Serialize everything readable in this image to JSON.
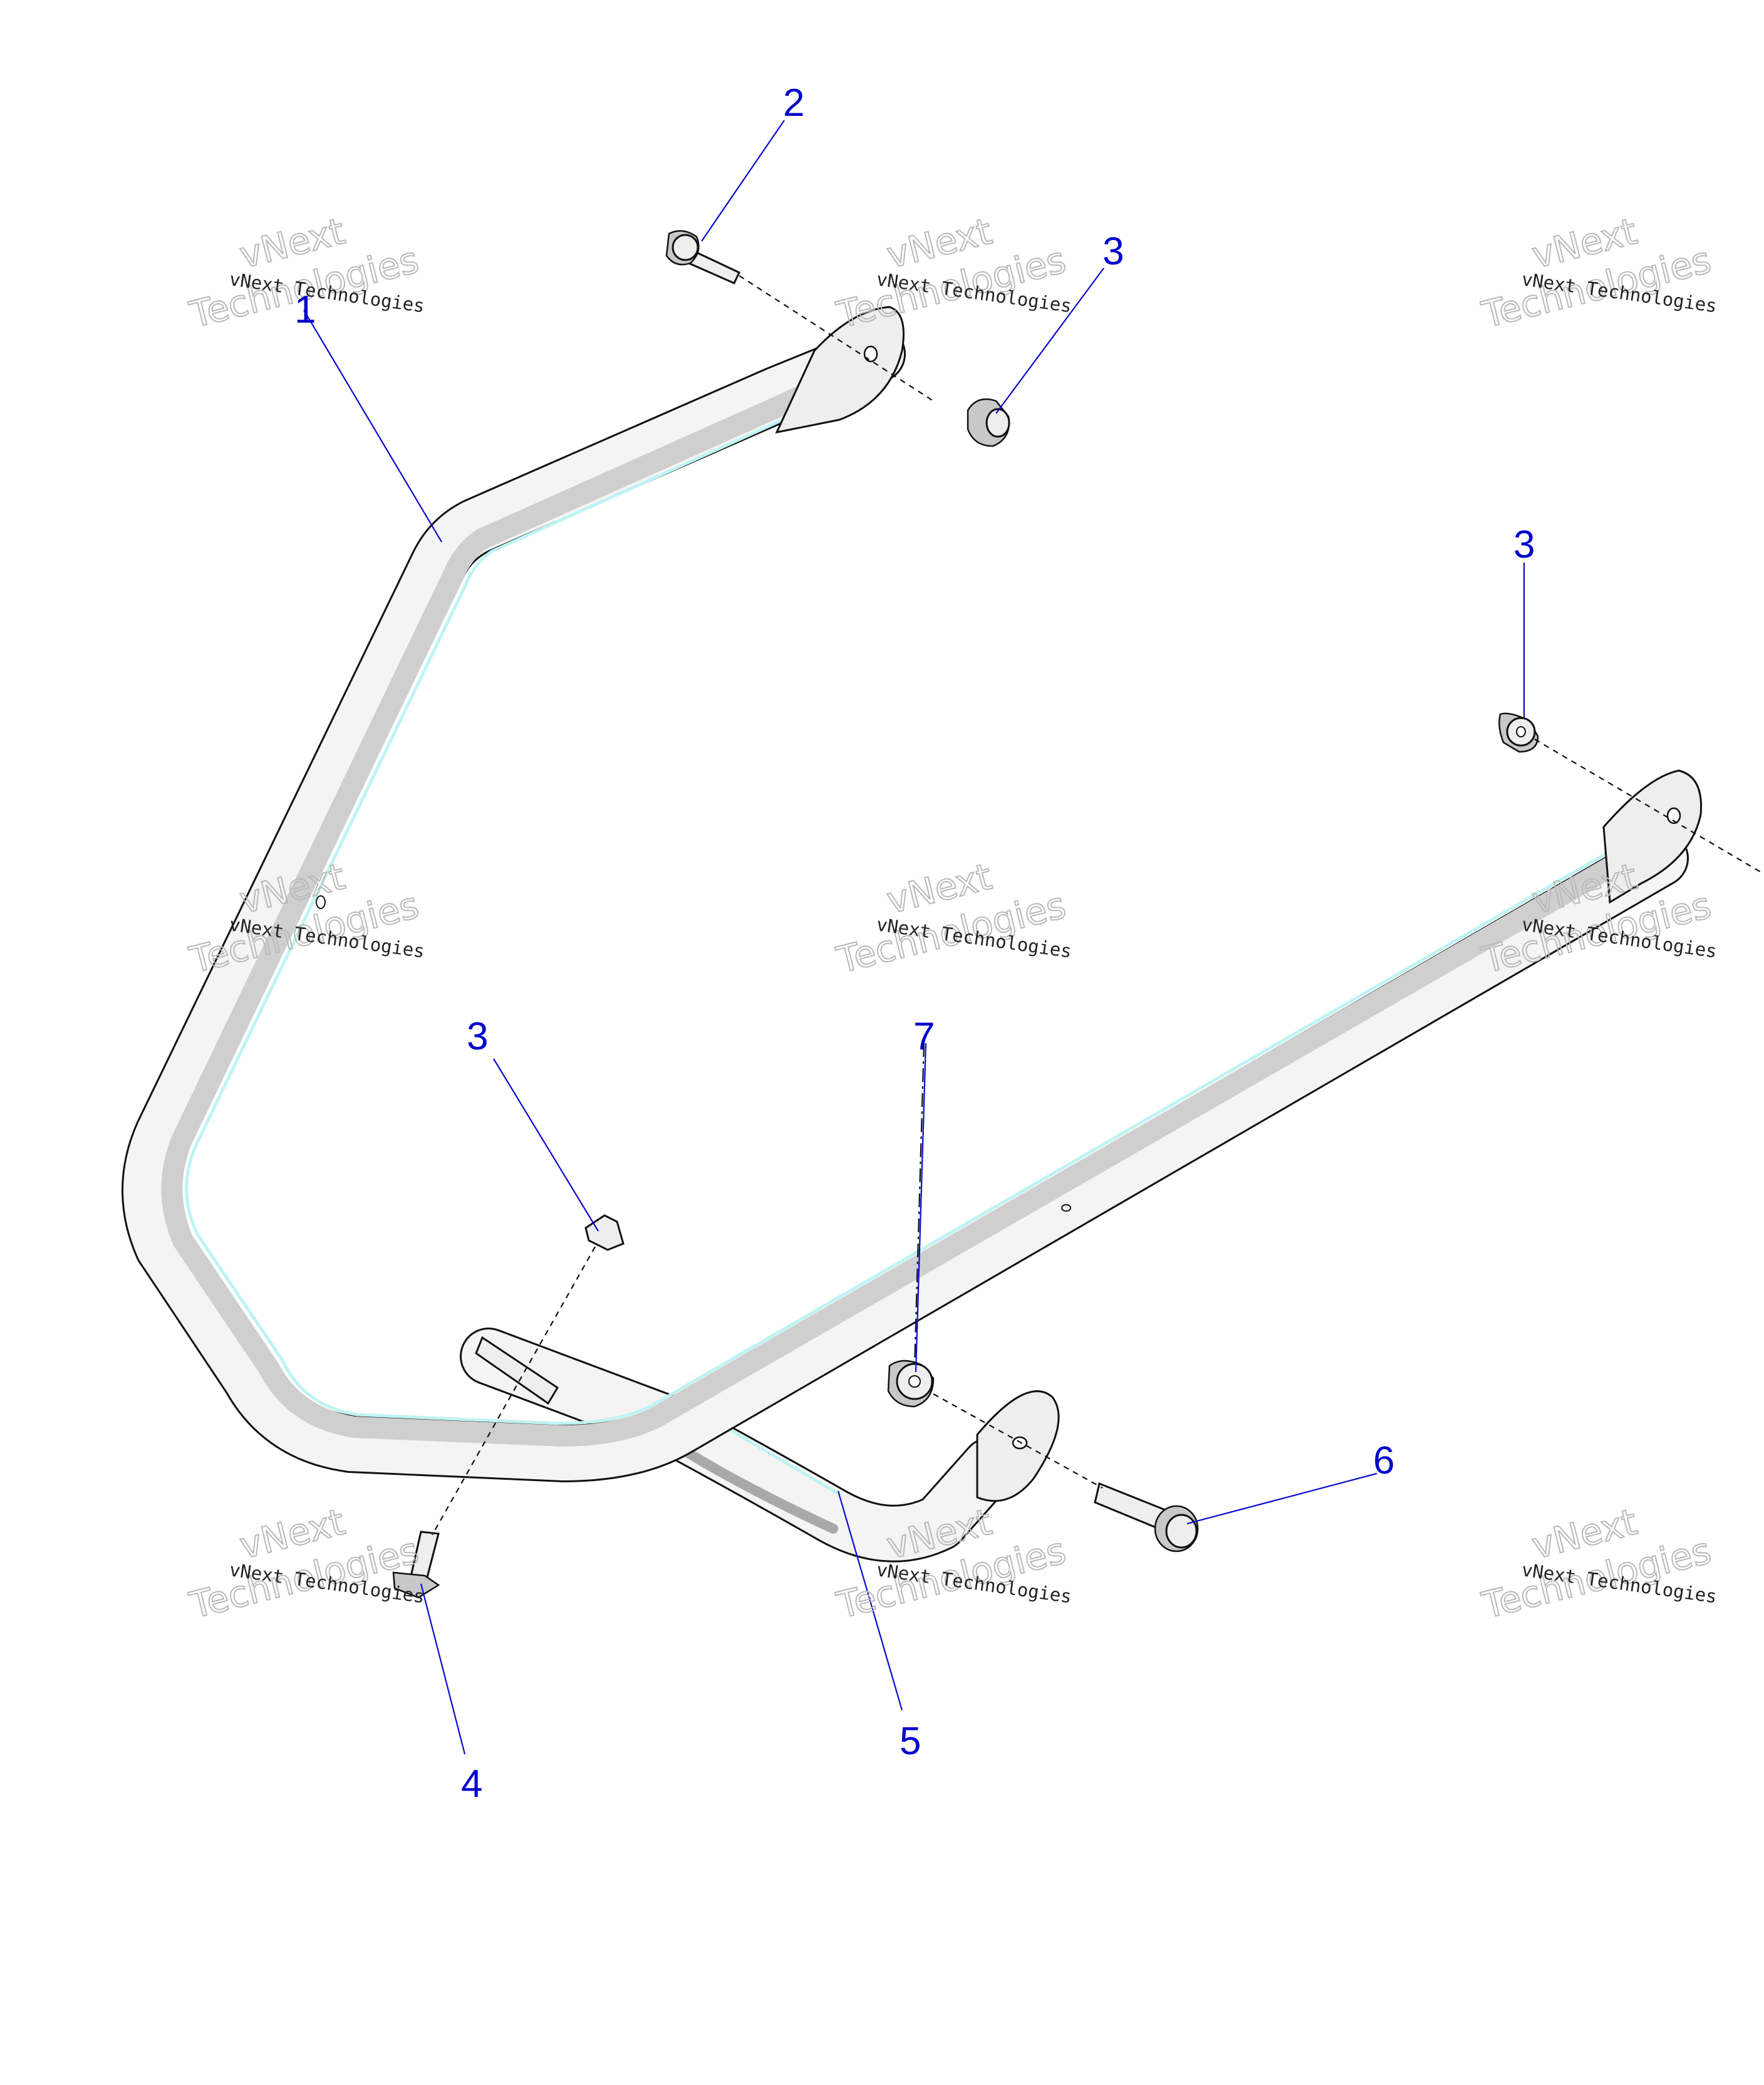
{
  "diagram": {
    "callouts": [
      {
        "id": "c1",
        "text": "1"
      },
      {
        "id": "c2",
        "text": "2"
      },
      {
        "id": "c3a",
        "text": "3"
      },
      {
        "id": "c3b",
        "text": "3"
      },
      {
        "id": "c3c",
        "text": "3"
      },
      {
        "id": "c7",
        "text": "7"
      },
      {
        "id": "c6",
        "text": "6"
      },
      {
        "id": "c5",
        "text": "5"
      },
      {
        "id": "c4",
        "text": "4"
      }
    ],
    "watermark": {
      "line1": "vNext Technologies",
      "line2": "vNext",
      "line3": "Technologies"
    }
  }
}
